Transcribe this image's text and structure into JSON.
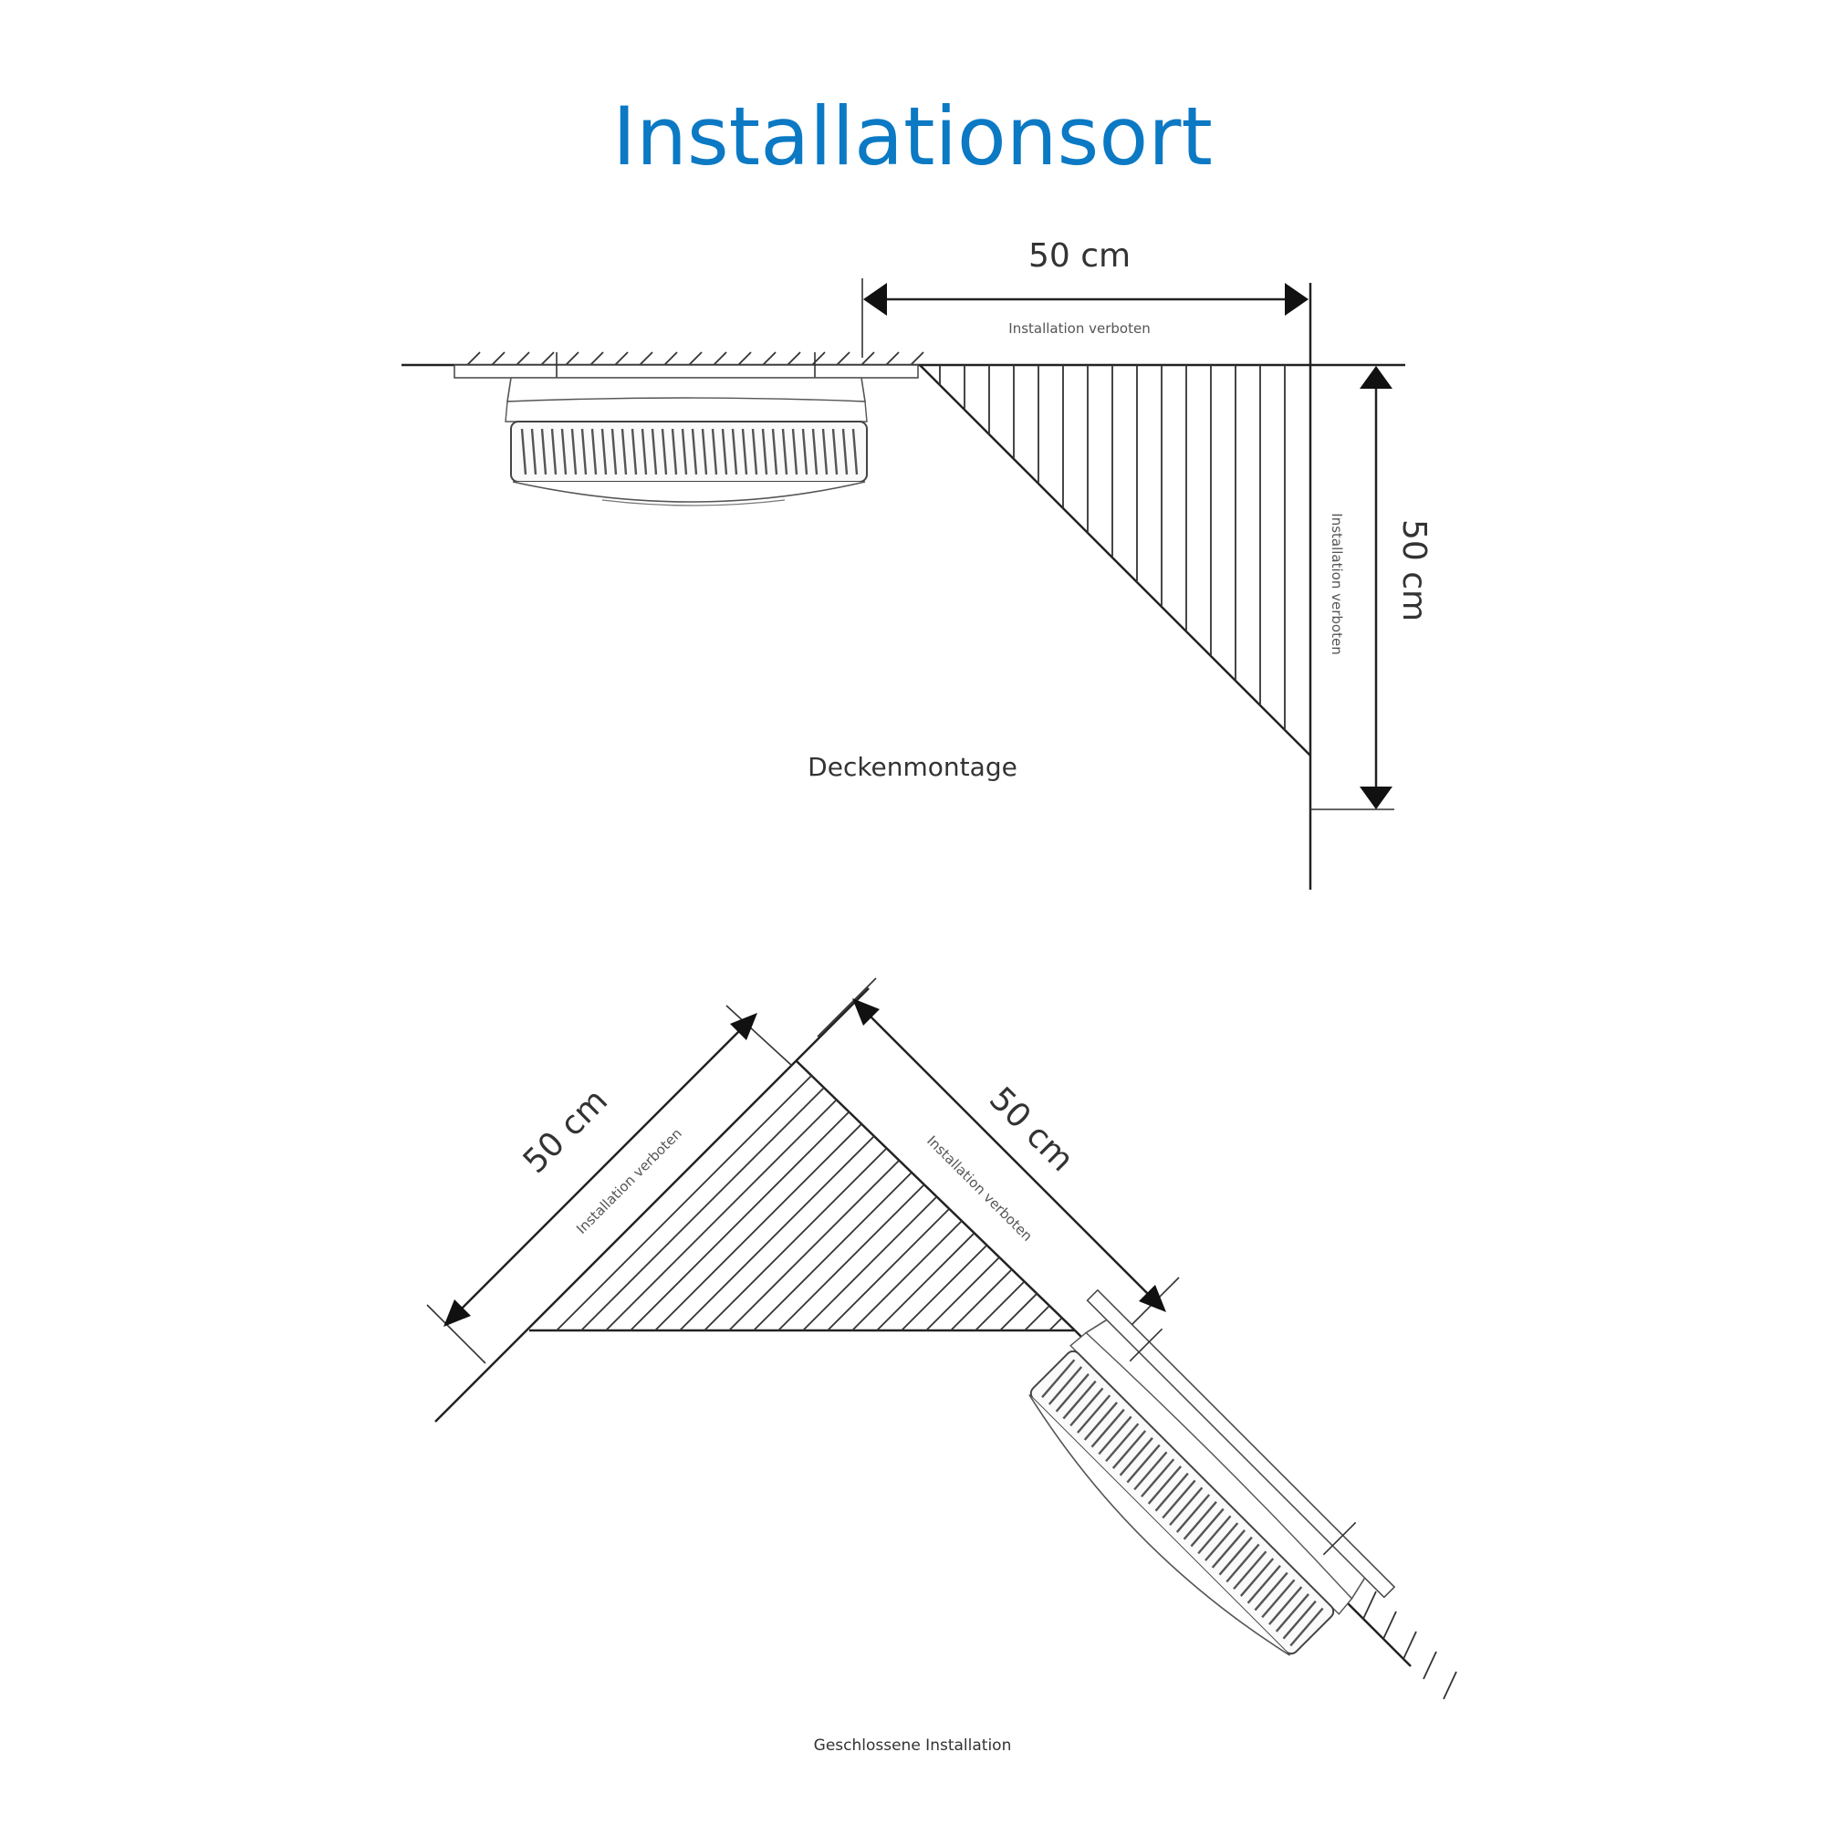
{
  "title": "Installationsort",
  "ceiling": {
    "caption": "Deckenmontage",
    "horizontal_dimension": "50 cm",
    "horizontal_label": "Installation verboten",
    "vertical_dimension": "50 cm",
    "vertical_label": "Installation verboten"
  },
  "corner": {
    "caption": "Geschlossene Installation",
    "left_dimension": "50 cm",
    "left_label": "Installation verboten",
    "right_dimension": "50 cm",
    "right_label": "Installation verboten"
  },
  "colors": {
    "title": "#0b79c3",
    "line": "#222222"
  }
}
